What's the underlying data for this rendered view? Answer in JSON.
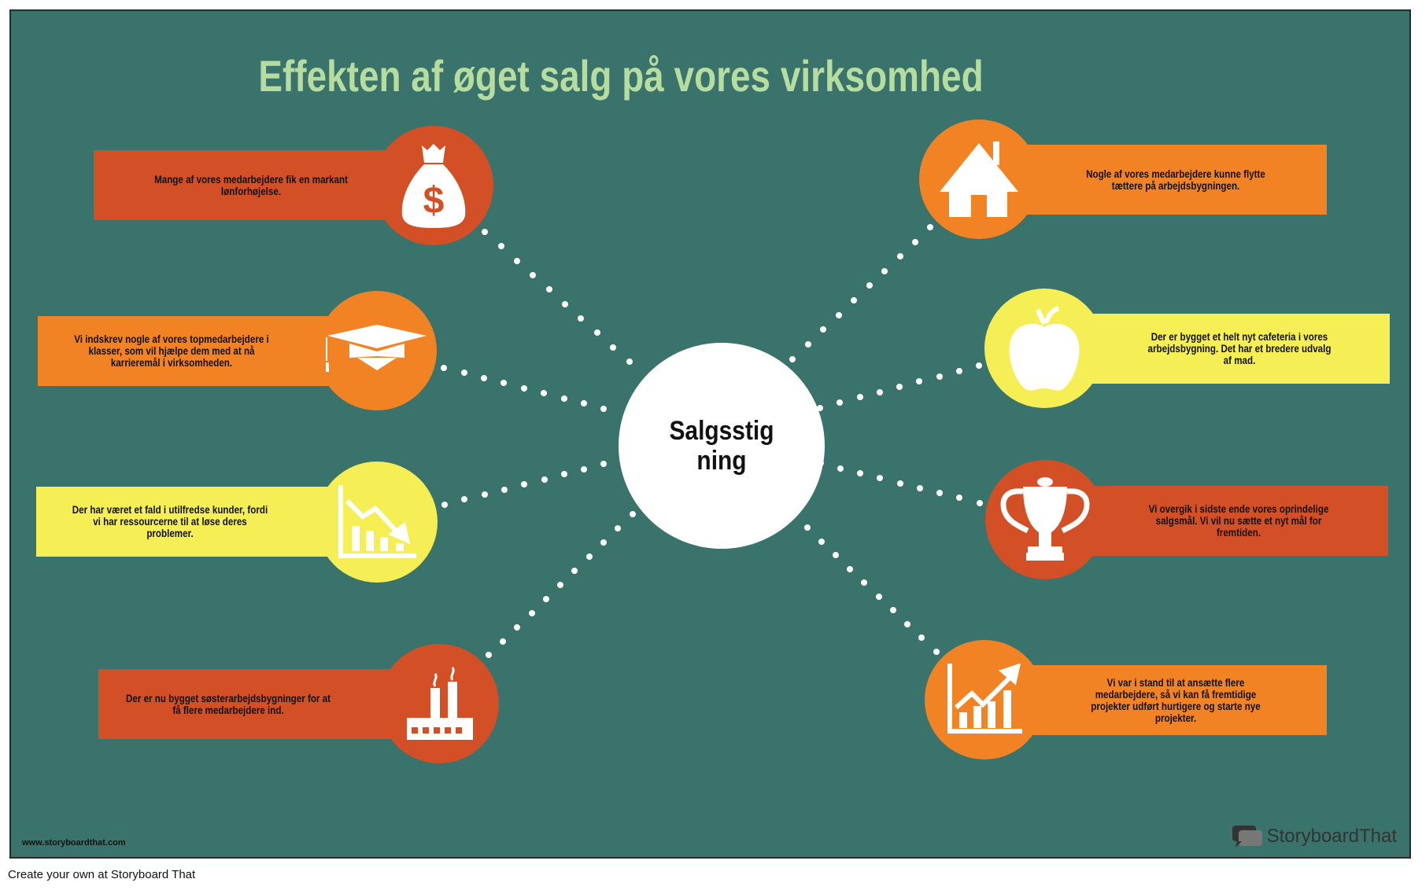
{
  "title": "Effekten af øget salg på vores virksomhed",
  "center_label": "Salgsstigning",
  "colors": {
    "background": "#39736c",
    "red": "#d34f25",
    "orange": "#f28324",
    "yellow": "#f5ef55",
    "title": "#b7dca0"
  },
  "items": [
    {
      "icon": "money-bag-icon",
      "text": "Mange af vores medarbejdere fik en markant lønforhøjelse."
    },
    {
      "icon": "graduation-cap-icon",
      "text": "Vi indskrev nogle af vores topmedarbejdere i klasser, som vil hjælpe dem med at nå karrieremål i virksomheden."
    },
    {
      "icon": "declining-chart-icon",
      "text": "Der har været et fald i utilfredse kunder, fordi vi har ressourcerne til at løse deres problemer."
    },
    {
      "icon": "factory-icon",
      "text": "Der er nu bygget søsterarbejdsbygninger for at få flere medarbejdere ind."
    },
    {
      "icon": "house-icon",
      "text": "Nogle af vores medarbejdere kunne flytte tættere på arbejdsbygningen."
    },
    {
      "icon": "apple-icon",
      "text": "Der er bygget et helt nyt cafeteria i vores arbejdsbygning. Det har et bredere udvalg af mad."
    },
    {
      "icon": "trophy-icon",
      "text": "Vi overgik i sidste ende vores oprindelige salgsmål. Vi vil nu sætte et nyt mål for fremtiden."
    },
    {
      "icon": "rising-chart-icon",
      "text": "Vi var i stand til at ansætte flere medarbejdere, så vi kan få fremtidige projekter udført hurtigere og starte nye projekter."
    }
  ],
  "watermark_url": "www.storyboardthat.com",
  "logo_text": "StoryboardThat",
  "footer": "Create your own at Storyboard That"
}
